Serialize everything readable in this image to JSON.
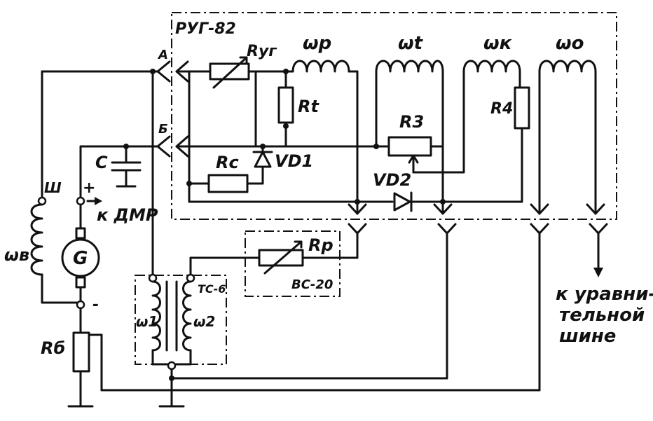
{
  "labels": {
    "block_main": "РУГ-82",
    "terminal_a": "А",
    "terminal_b": "Б",
    "r_ug": "Rуг",
    "w_p": "ωр",
    "w_t": "ωt",
    "w_k": "ωк",
    "w_o": "ωо",
    "r_t": "Rt",
    "r3": "R3",
    "r4": "R4",
    "capacitor": "C",
    "r_c": "Rc",
    "vd1": "VD1",
    "vd2": "VD2",
    "sh": "Ш",
    "plus": "+",
    "to_dmr": "к ДМР",
    "generator": "G",
    "minus": "-",
    "w_v": "ωв",
    "r_p": "Rр",
    "vs20": "ВС-20",
    "tc6": "ТС-6",
    "w1": "ω1",
    "w2": "ω2",
    "r_b": "Rб",
    "note_line1": "к уравни-",
    "note_line2": "тельной",
    "note_line3": "шине"
  }
}
